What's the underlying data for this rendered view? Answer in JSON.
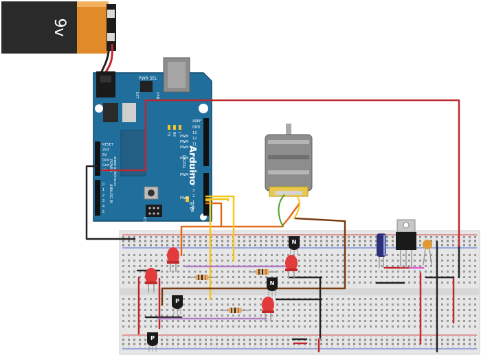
{
  "battery": {
    "label": "9v"
  },
  "arduino": {
    "brand": "Arduino",
    "url": "www.arduino.cc",
    "pwr_sel": "PWR SEL",
    "usb_ext": [
      "USB",
      "EXT"
    ],
    "icsp": "ICSP",
    "power_pins": [
      "RESET",
      "3V3",
      "5V",
      "Gnd",
      "Gnd",
      "Vin"
    ],
    "power_header": "POWER",
    "analog_header": "ANALOG IN",
    "analog_pins": [
      "0",
      "1",
      "2",
      "3",
      "4",
      "5"
    ],
    "digital_header": "DIGITAL",
    "digital_pins": [
      "AREF",
      "GND",
      "13",
      "12",
      "11",
      "10",
      "9",
      "8",
      "7",
      "6",
      "5",
      "4",
      "3",
      "2",
      "1",
      "0"
    ],
    "pwm_marks": [
      "PWM",
      "PWM",
      "PWM",
      "PWM",
      "PWM",
      "PWM"
    ],
    "tx": "TX",
    "rx": "RX",
    "led_labels": [
      "TX",
      "RX",
      "L",
      "PWR"
    ]
  },
  "transistor_marks": [
    "N",
    "N",
    "P",
    "P"
  ],
  "colors": {
    "wire_red": "#c0272d",
    "wire_black": "#222222",
    "wire_orange": "#e06a1a",
    "wire_yellow": "#f5c518",
    "wire_brown": "#7a3b10",
    "wire_green": "#4aa12d",
    "wire_purple": "#b07cc6",
    "wire_pink": "#e05ad0",
    "board_blue": "#1f6e9c",
    "breadboard": "#e6e6e6",
    "led_red": "#e23b3b",
    "motor_grey": "#8d8d8d"
  }
}
